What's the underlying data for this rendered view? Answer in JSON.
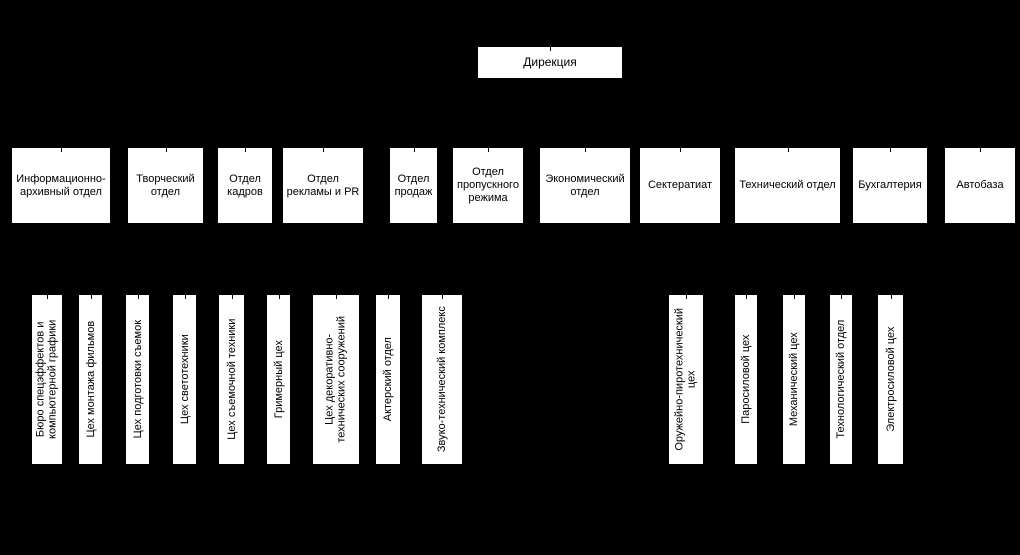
{
  "colors": {
    "background": "#000000",
    "node_bg": "#ffffff",
    "node_text": "#000000"
  },
  "root": {
    "label": "Дирекция"
  },
  "departments": [
    {
      "label": "Информационно-архивный отдел"
    },
    {
      "label": "Творческий отдел"
    },
    {
      "label": "Отдел кадров"
    },
    {
      "label": "Отдел рекламы и PR"
    },
    {
      "label": "Отдел продаж"
    },
    {
      "label": "Отдел пропускного режима"
    },
    {
      "label": "Экономический отдел"
    },
    {
      "label": "Сектератиат"
    },
    {
      "label": "Технический отдел"
    },
    {
      "label": "Бухгалтерия"
    },
    {
      "label": "Автобаза"
    }
  ],
  "creative_units": [
    {
      "label": "Бюро спецэффектов и компьютерной графики"
    },
    {
      "label": "Цех монтажа фильмов"
    },
    {
      "label": "Цех подготовки съемок"
    },
    {
      "label": "Цех светотехники"
    },
    {
      "label": "Цех съемочной техники"
    },
    {
      "label": "Гримерный цех"
    },
    {
      "label": "Цех декоративно-технических сооружений"
    },
    {
      "label": "Актерский отдел"
    },
    {
      "label": "Звуко-технический комплекс"
    }
  ],
  "technical_units": [
    {
      "label": "Оружейно-пиротехнический цех"
    },
    {
      "label": "Паросиловой цех"
    },
    {
      "label": "Механический цех"
    },
    {
      "label": "Технологический отдел"
    },
    {
      "label": "Электросиловой цех"
    }
  ]
}
